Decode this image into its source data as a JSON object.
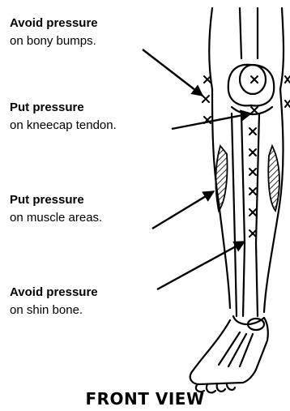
{
  "labels": [
    {
      "bold": "Avoid pressure",
      "normal": "on bony bumps."
    },
    {
      "bold": "Put pressure",
      "normal": "on kneecap tendon."
    },
    {
      "bold": "Put pressure",
      "normal": "on muscle areas."
    },
    {
      "bold": "Avoid pressure",
      "normal": "on shin bone."
    }
  ],
  "caption": "FRONT VIEW"
}
